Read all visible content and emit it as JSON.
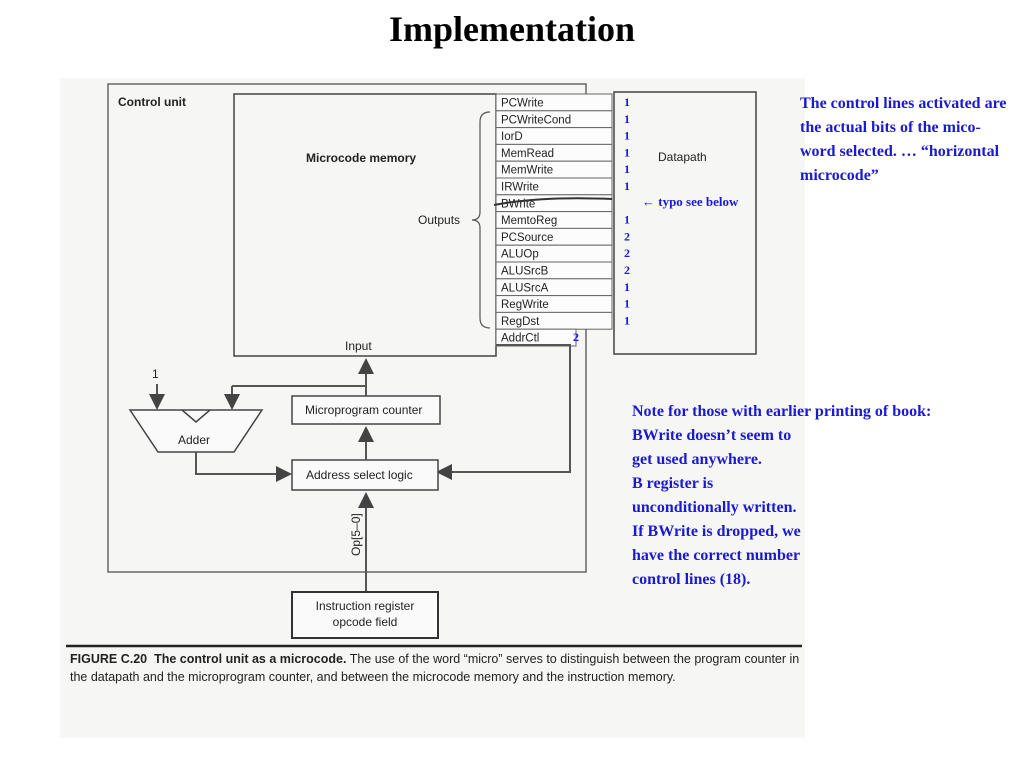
{
  "title": "Implementation",
  "diagram": {
    "control_unit_label": "Control unit",
    "microcode_memory_label": "Microcode memory",
    "outputs_label": "Outputs",
    "input_label": "Input",
    "datapath_label": "Datapath",
    "adder_label": "Adder",
    "constant_one": "1",
    "microprogram_counter_label": "Microprogram counter",
    "address_select_label": "Address select logic",
    "op_label": "Op[5–0]",
    "instruction_register_line1": "Instruction register",
    "instruction_register_line2": "opcode field",
    "signals": [
      {
        "name": "PCWrite",
        "bits": "1"
      },
      {
        "name": "PCWriteCond",
        "bits": "1"
      },
      {
        "name": "IorD",
        "bits": "1"
      },
      {
        "name": "MemRead",
        "bits": "1"
      },
      {
        "name": "MemWrite",
        "bits": "1"
      },
      {
        "name": "IRWrite",
        "bits": "1"
      },
      {
        "name": "BWrite",
        "bits": ""
      },
      {
        "name": "MemtoReg",
        "bits": "1"
      },
      {
        "name": "PCSource",
        "bits": "2"
      },
      {
        "name": "ALUOp",
        "bits": "2"
      },
      {
        "name": "ALUSrcB",
        "bits": "2"
      },
      {
        "name": "ALUSrcA",
        "bits": "1"
      },
      {
        "name": "RegWrite",
        "bits": "1"
      },
      {
        "name": "RegDst",
        "bits": "1"
      }
    ],
    "addrctl": {
      "name": "AddrCtl",
      "bits": "2"
    },
    "typo_note": "← typo see below"
  },
  "notes": {
    "right": "The control lines activated are the actual bits of the mico-word selected.  … “horizontal microcode”",
    "bottom_lines": [
      "Note for those with earlier printing of book:",
      "BWrite  doesn’t seem to",
      "get used anywhere.",
      "B register is",
      "unconditionally written.",
      "If BWrite is dropped, we",
      "have the correct number",
      "control lines (18)."
    ]
  },
  "caption": {
    "label": "FIGURE C.20",
    "heading": "The control unit as a microcode.",
    "text": "The use of the word “micro” serves to distinguish between the program counter in the datapath and the microprogram counter, and between the microcode memory and the instruction memory."
  }
}
